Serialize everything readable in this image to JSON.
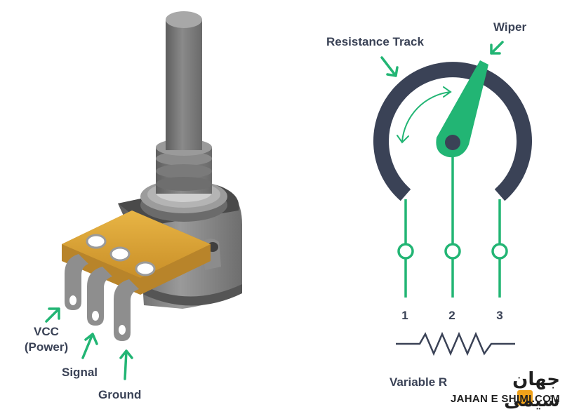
{
  "labels": {
    "vcc": "VCC",
    "vcc_sub": "(Power)",
    "signal": "Signal",
    "ground": "Ground",
    "resistance_track": "Resistance Track",
    "wiper": "Wiper",
    "variable_resistor": "Variable R"
  },
  "pins": [
    "1",
    "2",
    "3"
  ],
  "watermark": {
    "arabic": "جهان شیمی",
    "latin": "JAHAN E SHIMI.COM"
  },
  "colors": {
    "accent_green": "#22b574",
    "track_navy": "#3a4256",
    "brass": "#d9a23a",
    "metal_gray": "#7a7a7a",
    "watermark_orange": "#f0a21a"
  },
  "icons": [
    "arrow-icon",
    "double-arrow-icon",
    "resistor-symbol-icon"
  ]
}
